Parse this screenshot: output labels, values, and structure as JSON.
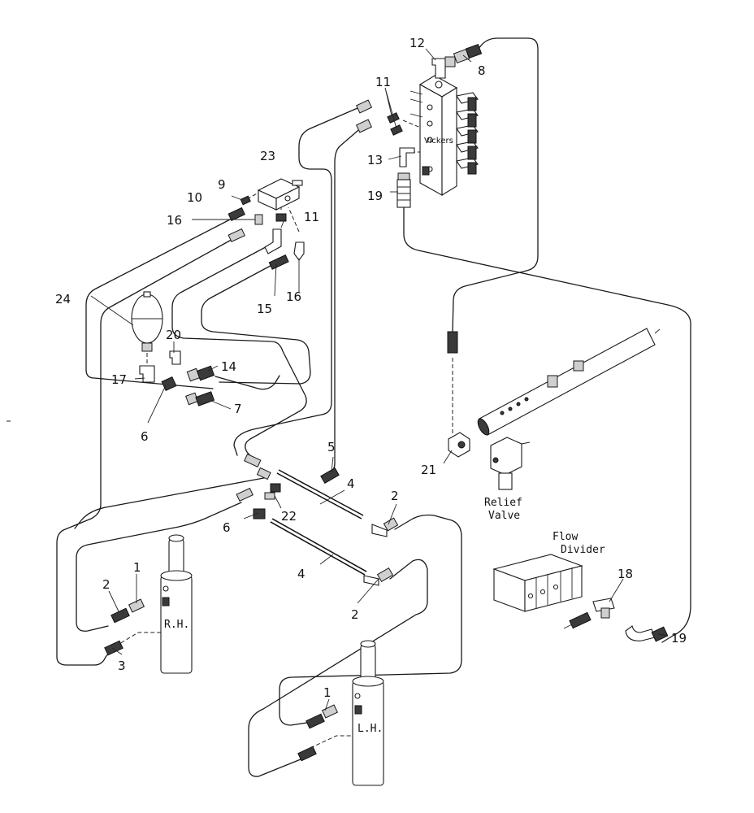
{
  "callouts": {
    "c12": "12",
    "c8": "8",
    "c11a": "11",
    "c13": "13",
    "c19a": "19",
    "c23": "23",
    "c9": "9",
    "c10": "10",
    "c16a": "16",
    "c11b": "11",
    "c15": "15",
    "c16b": "16",
    "c24": "24",
    "c20": "20",
    "c14": "14",
    "c17": "17",
    "c6a": "6",
    "c7": "7",
    "c5": "5",
    "c4a": "4",
    "c2a": "2",
    "c22": "22",
    "c6b": "6",
    "c4b": "4",
    "c2b": "2",
    "c1a": "1",
    "c2c": "2",
    "c3": "3",
    "c1b": "1",
    "c21": "21",
    "c18": "18",
    "c19b": "19"
  },
  "labels": {
    "valve_brand": "Vickers",
    "relief_valve_line1": "Relief",
    "relief_valve_line2": "Valve",
    "flow_divider_line1": "Flow",
    "flow_divider_line2": "Divider",
    "cylinder_rh": "R.H.",
    "cylinder_lh": "L.H."
  }
}
